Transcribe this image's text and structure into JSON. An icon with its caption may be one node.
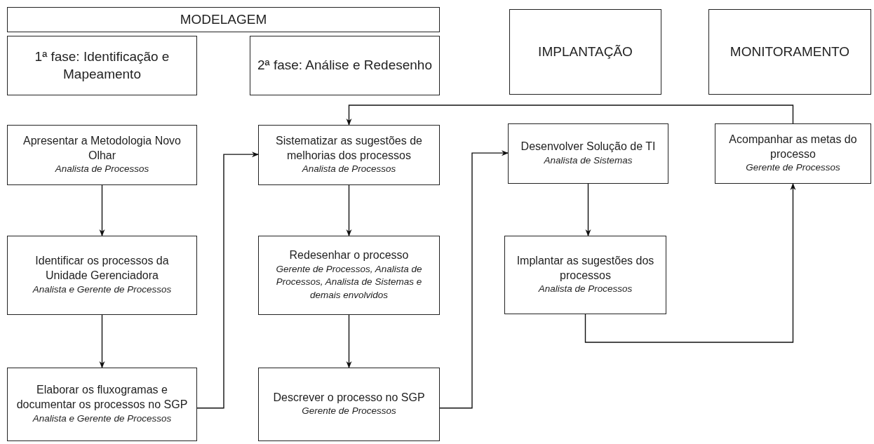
{
  "diagram": {
    "nodes": [
      {
        "text": [
          "MODELAGEM"
        ]
      },
      {
        "text": [
          "1ª fase: Identificação e Mapeamento"
        ]
      },
      {
        "text": [
          "2ª fase: Análise e Redesenho"
        ]
      },
      {
        "text": [
          "IMPLANTAÇÃO"
        ]
      },
      {
        "text": [
          "MONITORAMENTO"
        ]
      },
      {
        "text": [
          "Apresentar a Metodologia Novo Olhar",
          "Analista de Processos"
        ]
      },
      {
        "text": [
          "Sistematizar as sugestões de melhorias dos processos",
          "Analista de Processos"
        ]
      },
      {
        "text": [
          "Desenvolver Solução de TI",
          "Analista de Sistemas"
        ]
      },
      {
        "text": [
          "Acompanhar as metas do processo",
          "Gerente de Processos"
        ]
      },
      {
        "text": [
          "Identificar os processos da Unidade Gerenciadora",
          "Analista e Gerente de Processos"
        ]
      },
      {
        "text": [
          "Redesenhar o processo",
          "Gerente de Processos, Analista de Processos, Analista de Sistemas e demais envolvidos"
        ]
      },
      {
        "text": [
          "Implantar as sugestões dos processos",
          "Analista de Processos"
        ]
      },
      {
        "text": [
          "Elaborar os fluxogramas e documentar os processos no SGP",
          "Analista e Gerente de Processos"
        ]
      },
      {
        "text": [
          "Descrever o processo no SGP",
          "Gerente de Processos"
        ]
      }
    ],
    "edges": [
      {
        "from": 5,
        "to": 9,
        "arrow": "to"
      },
      {
        "from": 9,
        "to": 12,
        "arrow": "to"
      },
      {
        "from": 12,
        "to": 6,
        "arrow": "to"
      },
      {
        "from": 6,
        "to": 10,
        "arrow": "to"
      },
      {
        "from": 10,
        "to": 13,
        "arrow": "to"
      },
      {
        "from": 13,
        "to": 7,
        "arrow": "to"
      },
      {
        "from": 7,
        "to": 11,
        "arrow": "to"
      },
      {
        "from": 11,
        "to": 8,
        "arrow": "to"
      },
      {
        "from": 8,
        "to": 6,
        "arrow": "to"
      }
    ]
  }
}
